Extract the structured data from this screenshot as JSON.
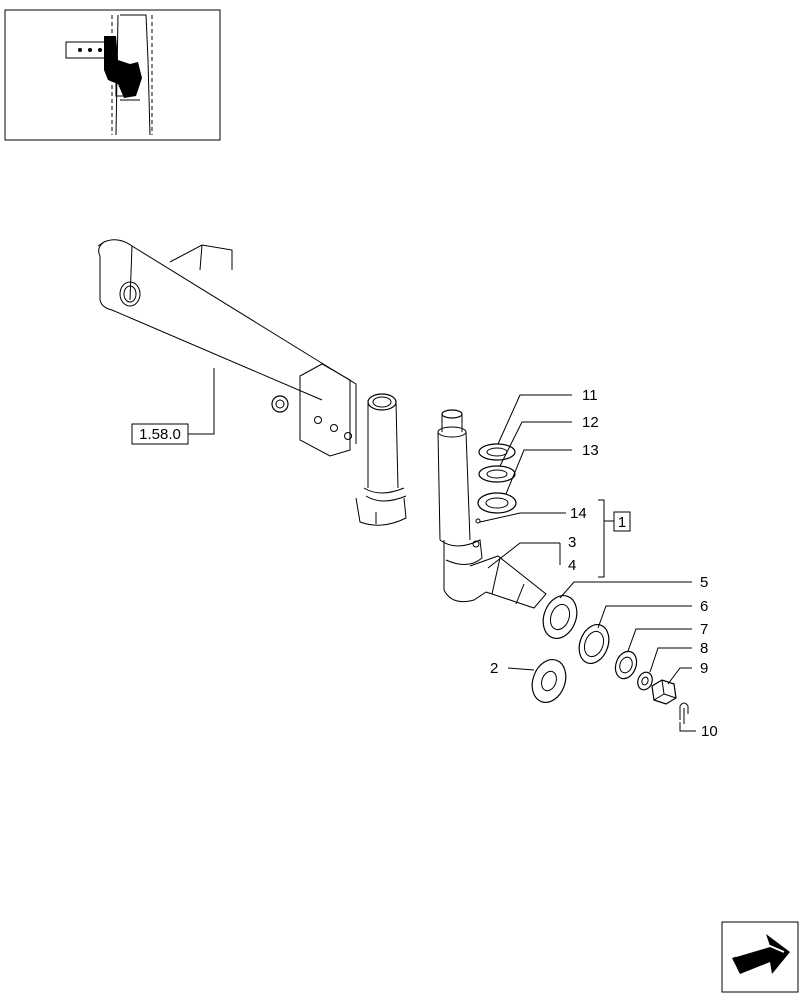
{
  "diagram": {
    "callouts": [
      {
        "id": "c11",
        "label": "11"
      },
      {
        "id": "c12",
        "label": "12"
      },
      {
        "id": "c13",
        "label": "13"
      },
      {
        "id": "c14",
        "label": "14"
      },
      {
        "id": "c3",
        "label": "3"
      },
      {
        "id": "c4",
        "label": "4"
      },
      {
        "id": "c5",
        "label": "5"
      },
      {
        "id": "c6",
        "label": "6"
      },
      {
        "id": "c7",
        "label": "7"
      },
      {
        "id": "c8",
        "label": "8"
      },
      {
        "id": "c9",
        "label": "9"
      },
      {
        "id": "c2",
        "label": "2"
      },
      {
        "id": "c10",
        "label": "10"
      }
    ],
    "reference_box": "1.58.0",
    "group_box": "1"
  },
  "nav": {
    "icon": "next-page-arrow-icon"
  }
}
